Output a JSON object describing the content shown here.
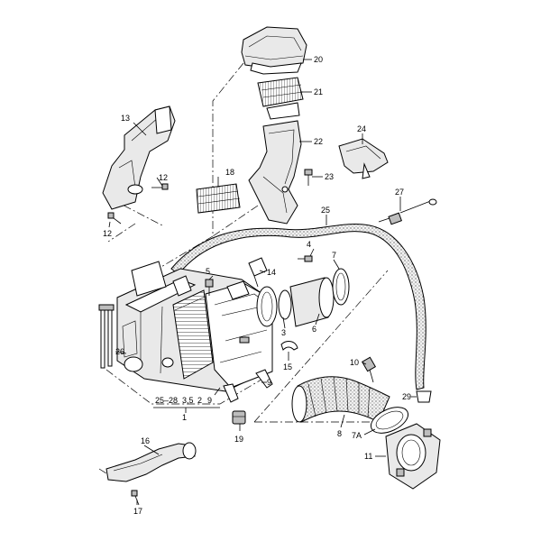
{
  "diagram": {
    "callouts": {
      "c1": "1",
      "c2": "2",
      "c3": "3",
      "c4": "4",
      "c5": "5",
      "c6": "6",
      "c7": "7",
      "c7a": "7A",
      "c8": "8",
      "c9a": "9",
      "c9b": "9",
      "c10": "10",
      "c11": "11",
      "c12a": "12",
      "c12b": "12",
      "c13": "13",
      "c14": "14",
      "c15": "15",
      "c16": "16",
      "c17": "17",
      "c18": "18",
      "c19": "19",
      "c20": "20",
      "c21": "21",
      "c22": "22",
      "c23": "23",
      "c24": "24",
      "c25": "25",
      "c26": "26",
      "c27": "27",
      "c29": "29",
      "c35": "3,5",
      "c2528": "25–28"
    },
    "colors": {
      "line": "#000000",
      "background": "#ffffff",
      "shade": "#e9e9e9"
    }
  }
}
